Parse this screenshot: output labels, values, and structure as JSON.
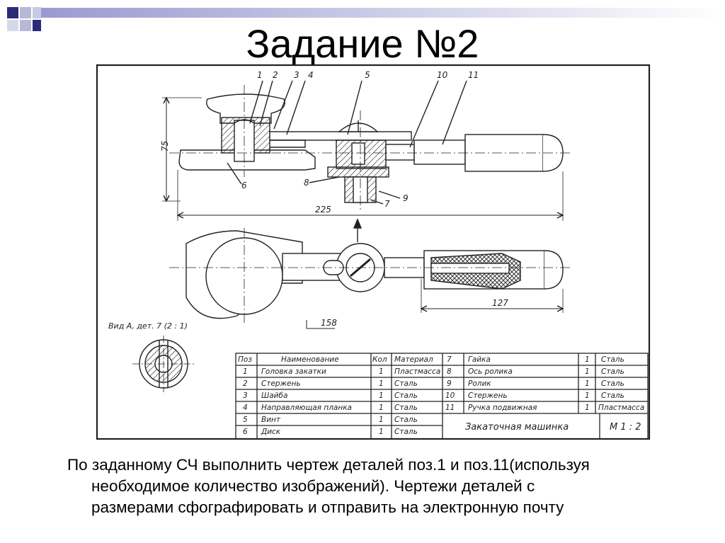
{
  "slide": {
    "title": "Задание №2",
    "caption_lines": [
      "По заданному СЧ выполнить чертеж деталей поз.1 и поз.11(используя",
      "необходимое количество изображений). Чертежи деталей с",
      "размерами сфографировать и отправить на электронную почту"
    ],
    "colors": {
      "deco_dark": "#2b2b7a",
      "deco_light": "#b7b7d8",
      "line": "#222222"
    }
  },
  "drawing": {
    "position_leaders": [
      "1",
      "2",
      "3",
      "4",
      "5",
      "10",
      "11",
      "6",
      "8",
      "9",
      "7"
    ],
    "dimensions": {
      "height": "75",
      "length": "225",
      "handle": "127",
      "section": "158"
    },
    "view_label": "Вид А, дет. 7 (2 : 1)",
    "table": {
      "headers": {
        "pos": "Поз",
        "name": "Наименование",
        "qty": "Кол",
        "material": "Материал"
      },
      "rows_left": [
        {
          "pos": "1",
          "name": "Головка закатки",
          "qty": "1",
          "material": "Пластмасса"
        },
        {
          "pos": "2",
          "name": "Стержень",
          "qty": "1",
          "material": "Сталь"
        },
        {
          "pos": "3",
          "name": "Шайба",
          "qty": "1",
          "material": "Сталь"
        },
        {
          "pos": "4",
          "name": "Направляющая планка",
          "qty": "1",
          "material": "Сталь"
        },
        {
          "pos": "5",
          "name": "Винт",
          "qty": "1",
          "material": "Сталь"
        },
        {
          "pos": "6",
          "name": "Диск",
          "qty": "1",
          "material": "Сталь"
        }
      ],
      "rows_right": [
        {
          "pos": "7",
          "name": "Гайка",
          "qty": "1",
          "material": "Сталь"
        },
        {
          "pos": "8",
          "name": "Ось ролика",
          "qty": "1",
          "material": "Сталь"
        },
        {
          "pos": "9",
          "name": "Ролик",
          "qty": "1",
          "material": "Сталь"
        },
        {
          "pos": "10",
          "name": "Стержень",
          "qty": "1",
          "material": "Сталь"
        },
        {
          "pos": "11",
          "name": "Ручка подвижная",
          "qty": "1",
          "material": "Пластмасса"
        }
      ],
      "assembly_name": "Закаточная машинка",
      "scale": "М 1 : 2"
    }
  }
}
